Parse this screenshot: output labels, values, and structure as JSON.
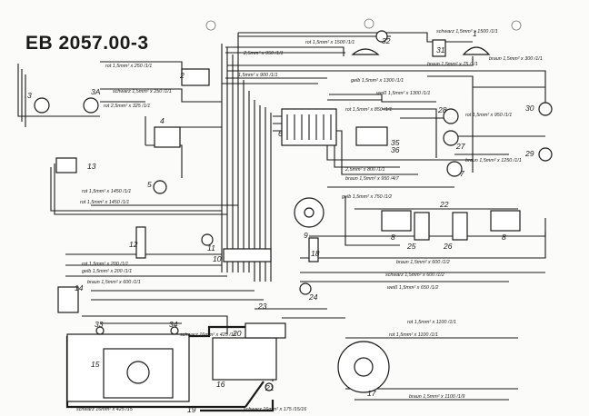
{
  "title": "EB 2057.00-3",
  "components": [
    {
      "id": "n1",
      "label": "1"
    },
    {
      "id": "n2",
      "label": "2"
    },
    {
      "id": "n3",
      "label": "3"
    },
    {
      "id": "n3a",
      "label": "3A"
    },
    {
      "id": "n4",
      "label": "4"
    },
    {
      "id": "n5",
      "label": "5"
    },
    {
      "id": "n6",
      "label": "6"
    },
    {
      "id": "n7",
      "label": "7"
    },
    {
      "id": "n8a",
      "label": "8"
    },
    {
      "id": "n8b",
      "label": "8"
    },
    {
      "id": "n9",
      "label": "9"
    },
    {
      "id": "n10",
      "label": "10"
    },
    {
      "id": "n11",
      "label": "11"
    },
    {
      "id": "n12",
      "label": "12"
    },
    {
      "id": "n13",
      "label": "13"
    },
    {
      "id": "n14",
      "label": "14"
    },
    {
      "id": "n15",
      "label": "15"
    },
    {
      "id": "n16",
      "label": "16"
    },
    {
      "id": "n17",
      "label": "17"
    },
    {
      "id": "n18",
      "label": "18"
    },
    {
      "id": "n19",
      "label": "19"
    },
    {
      "id": "n20",
      "label": "20"
    },
    {
      "id": "n21",
      "label": "21"
    },
    {
      "id": "n22",
      "label": "22"
    },
    {
      "id": "n23",
      "label": "23"
    },
    {
      "id": "n24",
      "label": "24"
    },
    {
      "id": "n25",
      "label": "25"
    },
    {
      "id": "n26",
      "label": "26"
    },
    {
      "id": "n27",
      "label": "27"
    },
    {
      "id": "n28",
      "label": "28"
    },
    {
      "id": "n29",
      "label": "29"
    },
    {
      "id": "n30",
      "label": "30"
    },
    {
      "id": "n31",
      "label": "31"
    },
    {
      "id": "n32",
      "label": "32"
    },
    {
      "id": "n33",
      "label": "33"
    },
    {
      "id": "n34",
      "label": "34"
    },
    {
      "id": "n35",
      "label": "35"
    },
    {
      "id": "n36",
      "label": "36"
    }
  ],
  "wire_labels": [
    {
      "id": "w1",
      "text": "rot 1,5mm² x 1500 /1/1"
    },
    {
      "id": "w2",
      "text": "schwarz 1,5mm² x 1500 /1/1"
    },
    {
      "id": "w3",
      "text": "braun 1,5mm² x 300 /1/1"
    },
    {
      "id": "w4",
      "text": "rot 1,5mm² x 250 /1/1"
    },
    {
      "id": "w5",
      "text": "2,5mm² x 950 /1/1"
    },
    {
      "id": "w6",
      "text": "braun 1,5mm² x 75 /1/1"
    },
    {
      "id": "w7",
      "text": "1,5mm² x 900 /1/1"
    },
    {
      "id": "w8",
      "text": "schwarz 1,5mm² x 250 /1/1"
    },
    {
      "id": "w9",
      "text": "rot 2,5mm² x 325 /1/1"
    },
    {
      "id": "w10",
      "text": "gelb 1,5mm² x 1300 /1/1"
    },
    {
      "id": "w11",
      "text": "weiß 1,5mm² x 1300 /1/1"
    },
    {
      "id": "w12",
      "text": "rot 1,5mm² x 850 /1/1"
    },
    {
      "id": "w13",
      "text": "rot 1,5mm² x 950 /1/1"
    },
    {
      "id": "w14",
      "text": "braun 1,5mm² x 1250 /1/1"
    },
    {
      "id": "w15",
      "text": "rot 1,5mm² x 1450 /1/1"
    },
    {
      "id": "w16",
      "text": "2,5mm² x 800 /1/1"
    },
    {
      "id": "w17",
      "text": "braun 1,5mm² x 950 /4/7"
    },
    {
      "id": "w18",
      "text": "gelb 1,5mm² x 750 /1/2"
    },
    {
      "id": "w19",
      "text": "rot 1,5mm² x 200 /1/1"
    },
    {
      "id": "w20",
      "text": "gelb 1,5mm² x 200 /1/1"
    },
    {
      "id": "w21",
      "text": "schwarz 1,5mm² x 600 /1/2"
    },
    {
      "id": "w22",
      "text": "weiß 1,5mm² x 650 /1/2"
    },
    {
      "id": "w23",
      "text": "braun 1,5mm² x 600 /1/2"
    },
    {
      "id": "w24",
      "text": "rot 1,5mm² x 1100 /1/1"
    },
    {
      "id": "w25",
      "text": "braun 1,5mm² x 1100 /1/9"
    },
    {
      "id": "w26",
      "text": "schwarz 16mm² x 425 /15"
    },
    {
      "id": "w27",
      "text": "schwarz 16mm² x 175 /15/16"
    },
    {
      "id": "w28",
      "text": "schwarz 16mm² x 425 /16"
    },
    {
      "id": "w29",
      "text": "rot 1,5mm² x 1450 /1/1"
    },
    {
      "id": "w30",
      "text": "braun 1,5mm² x 600 /1/1"
    },
    {
      "id": "w31",
      "text": "rot 1,5mm² x 1100 /1/1"
    }
  ]
}
